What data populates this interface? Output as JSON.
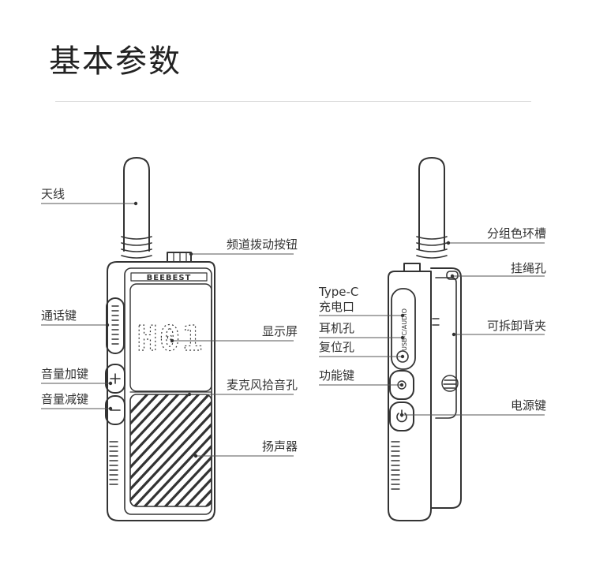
{
  "page": {
    "title": "基本参数"
  },
  "device": {
    "brand": "BEEBEST",
    "display_text": "H01",
    "port_text": "USB-C/AUDIO"
  },
  "front_labels": {
    "antenna": "天线",
    "ptt": "通话键",
    "vol_up": "音量加键",
    "vol_down": "音量减键",
    "channel_knob": "频道拨动按钮",
    "display": "显示屏",
    "mic": "麦克风拾音孔",
    "speaker": "扬声器"
  },
  "side_labels": {
    "type_c_line1": "Type-C",
    "type_c_line2": "充电口",
    "earphone": "耳机孔",
    "reset": "复位孔",
    "function": "功能键",
    "ring": "分组色环槽",
    "lanyard": "挂绳孔",
    "clip": "可拆卸背夹",
    "power": "电源键"
  }
}
